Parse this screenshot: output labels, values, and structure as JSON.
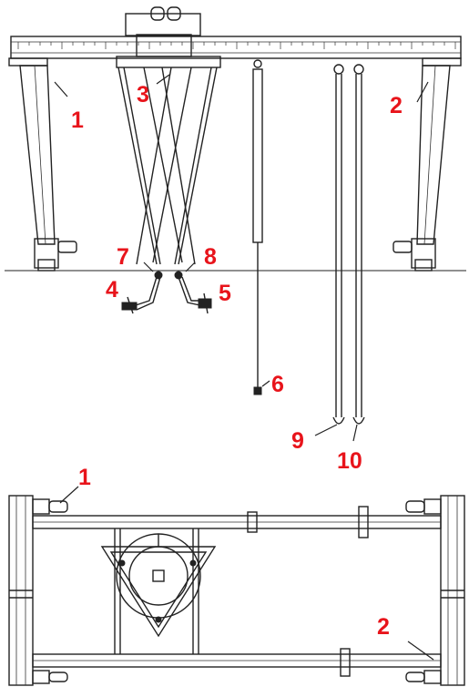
{
  "label_color": "#e8141b",
  "line_color": "#222222",
  "front_view_labels": {
    "l1": "1",
    "l2": "2",
    "l3": "3",
    "l4": "4",
    "l5": "5",
    "l6": "6",
    "l7": "7",
    "l8": "8",
    "l9": "9",
    "l10": "10"
  },
  "top_view_labels": {
    "l1": "1",
    "l2": "2"
  }
}
